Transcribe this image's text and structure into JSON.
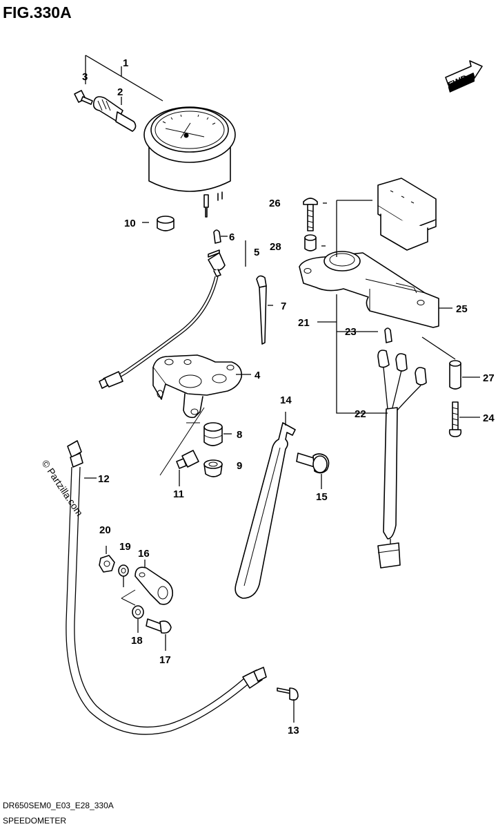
{
  "figure": {
    "title": "FIG.330A",
    "model_code": "DR650SEM0_E03_E28_330A",
    "section": "SPEEDOMETER",
    "watermark": "© Partzilla.com",
    "direction_label": "FWD"
  },
  "callouts": [
    "1",
    "2",
    "3",
    "4",
    "5",
    "6",
    "7",
    "8",
    "9",
    "10",
    "11",
    "12",
    "13",
    "14",
    "15",
    "16",
    "17",
    "18",
    "19",
    "20",
    "21",
    "22",
    "23",
    "24",
    "25",
    "26",
    "27",
    "28"
  ]
}
